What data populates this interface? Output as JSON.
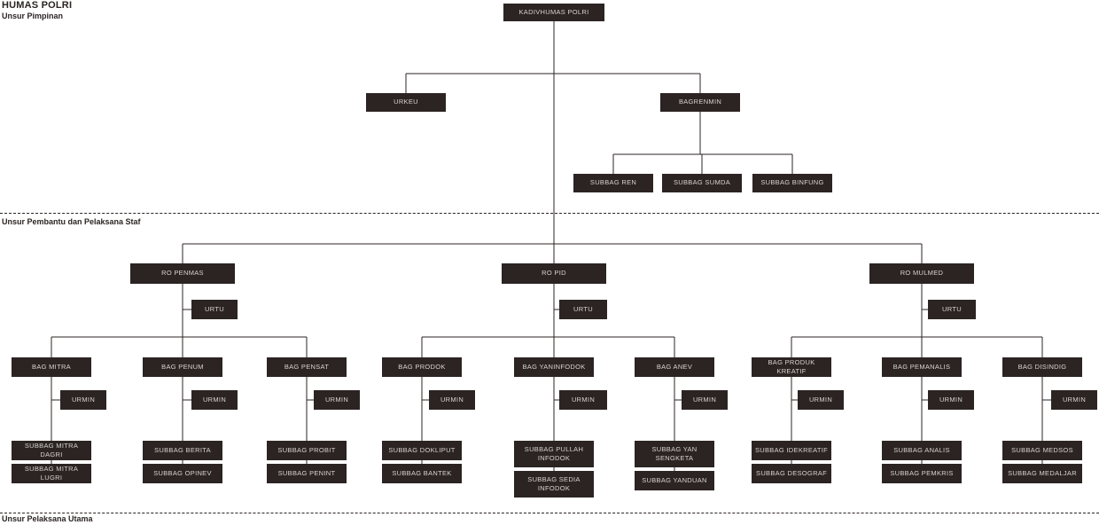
{
  "page": {
    "title": "HUMAS POLRI",
    "colors": {
      "background": "#ffffff",
      "node_bg": "#2b2423",
      "node_text": "#d8d3cf",
      "line": "#2b2423"
    }
  },
  "sections": {
    "pimpinan": "Unsur Pimpinan",
    "pembantu": "Unsur Pembantu dan Pelaksana Staf",
    "utama": "Unsur Pelaksana Utama"
  },
  "nodes": {
    "kadivhumas": "KADIVHUMAS POLRI",
    "urkeu": "URKEU",
    "bagrenmin": "BAGRENMIN",
    "subbag_ren": "SUBBAG REN",
    "subbag_sumda": "SUBBAG SUMDA",
    "subbag_binfung": "SUBBAG BINFUNG",
    "ro_penmas": "RO PENMAS",
    "urtu_penmas": "URTU",
    "bag_mitra": "BAG MITRA",
    "urmin_mitra": "URMIN",
    "subbag_mitra_dagri": "SUBBAG MITRA DAGRI",
    "subbag_mitra_lugri": "SUBBAG MITRA LUGRI",
    "bag_penum": "BAG PENUM",
    "urmin_penum": "URMIN",
    "subbag_berita": "SUBBAG BERITA",
    "subbag_opinev": "SUBBAG OPINEV",
    "bag_pensat": "BAG PENSAT",
    "urmin_pensat": "URMIN",
    "subbag_probit": "SUBBAG PROBIT",
    "subbag_penint": "SUBBAG PENINT",
    "ro_pid": "RO PID",
    "urtu_pid": "URTU",
    "bag_prodok": "BAG PRODOK",
    "urmin_prodok": "URMIN",
    "subbag_dokliput": "SUBBAG DOKLIPUT",
    "subbag_bantek": "SUBBAG BANTEK",
    "bag_yaninfodok": "BAG YANINFODOK",
    "urmin_yaninfodok": "URMIN",
    "subbag_pullah_infodok": "SUBBAG PULLAH INFODOK",
    "subbag_sedia_infodok": "SUBBAG SEDIA INFODOK",
    "bag_anev": "BAG ANEV",
    "urmin_anev": "URMIN",
    "subbag_yan_sengketa": "SUBBAG YAN SENGKETA",
    "subbag_yanduan": "SUBBAG YANDUAN",
    "ro_mulmed": "RO MULMED",
    "urtu_mulmed": "URTU",
    "bag_produk_kreatif": "BAG PRODUK KREATIF",
    "urmin_produk_kreatif": "URMIN",
    "subbag_idekreatif": "SUBBAG IDEKREATIF",
    "subbag_desograf": "SUBBAG DESOGRAF",
    "bag_pemanalis": "BAG PEMANALIS",
    "urmin_pemanalis": "URMIN",
    "subbag_analis": "SUBBAG ANALIS",
    "subbag_pemkris": "SUBBAG PEMKRIS",
    "bag_disindig": "BAG DISINDIG",
    "urmin_disindig": "URMIN",
    "subbag_medsos": "SUBBAG MEDSOS",
    "subbag_medaljar": "SUBBAG MEDALJAR"
  }
}
